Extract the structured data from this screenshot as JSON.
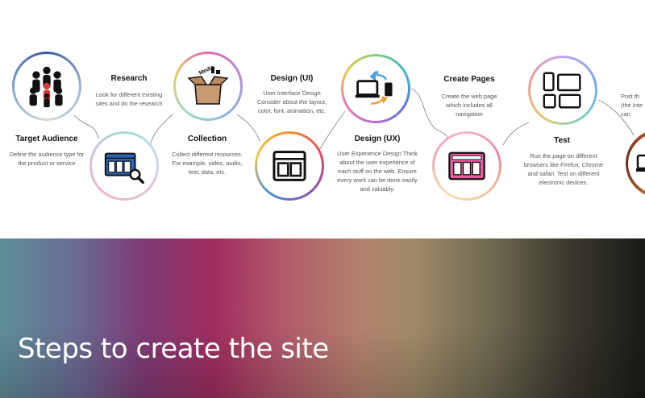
{
  "steps": [
    {
      "title": "Target Audience",
      "desc": "Define the audience type for the product or service"
    },
    {
      "title": "Research",
      "desc": "Look for different existing sites and do the research"
    },
    {
      "title": "Collection",
      "desc": "Collect different resources. For example, video, audio, text, data, etc."
    },
    {
      "title": "Design (UI)",
      "desc": "User Interface Design Consider about the layout, color, font, animation, etc."
    },
    {
      "title": "Design (UX)",
      "desc": "User Experience Design Think about the user experience of each stuff on the web. Ensure every work can be done easily and valuably."
    },
    {
      "title": "Create Pages",
      "desc": "Create the web page which includes all navigation"
    },
    {
      "title": "Test",
      "desc": "Run the page on different browsers like Firefox, Chrome and safari. Test on different electronic devices."
    },
    {
      "partial_desc": "Post th (the Inte can"
    }
  ],
  "box_label": "Media",
  "banner": {
    "title": "Steps to create the site"
  },
  "icons": [
    "people-icon",
    "browser-search-icon",
    "box-icon",
    "layout-icon",
    "devices-sync-icon",
    "web-page-icon",
    "devices-icon",
    "laptop-icon"
  ],
  "colors": {
    "accent_red": "#d83a3a",
    "outline": "#111111",
    "blue_fill": "#2b63b4",
    "pink_fill": "#ec5aa0",
    "box_brown": "#c89a72",
    "orange_arrow": "#f29a2e",
    "blue_arrow": "#4aa3df"
  }
}
